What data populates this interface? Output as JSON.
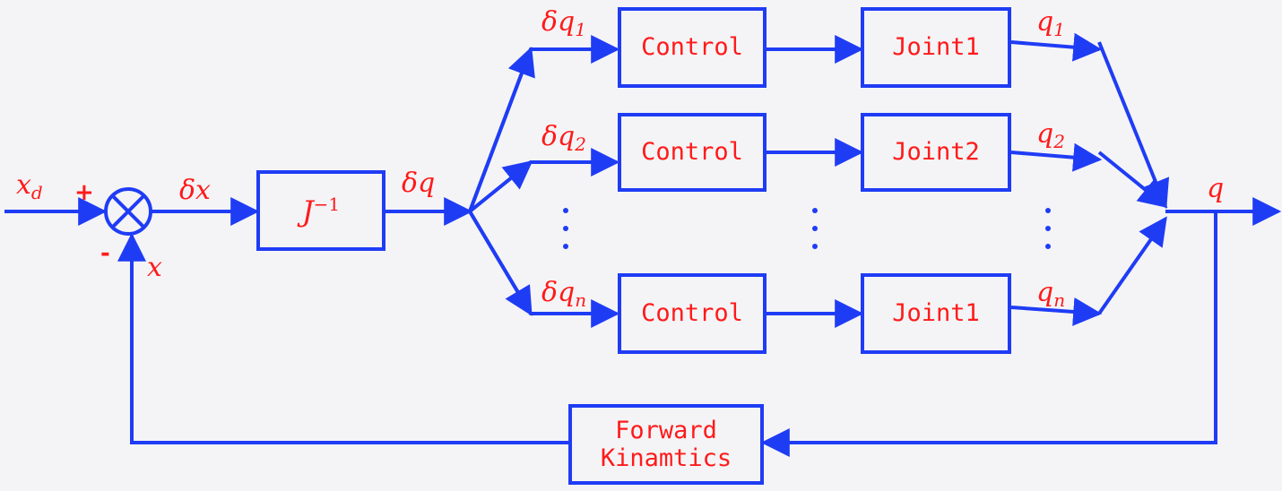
{
  "colors": {
    "line": "#1f3cf5",
    "text": "#ff1a1a",
    "background": "#f4f4f6"
  },
  "blocks": {
    "jinv": {
      "base": "J",
      "sup": "−1"
    },
    "control1": "Control",
    "control2": "Control",
    "controln": "Control",
    "joint1": "Joint1",
    "joint2": "Joint2",
    "jointn": "Joint1",
    "fk": {
      "line1": "Forward",
      "line2": "Kinamtics"
    }
  },
  "signals": {
    "xd": {
      "base": "x",
      "sub": "d"
    },
    "plus": "+",
    "minus": "-",
    "x": "x",
    "dx": "δx",
    "dq": "δq",
    "dq1": {
      "base": "δq",
      "sub": "1"
    },
    "dq2": {
      "base": "δq",
      "sub": "2"
    },
    "dqn": {
      "base": "δq",
      "sub": "n"
    },
    "q1": {
      "base": "q",
      "sub": "1"
    },
    "q2": {
      "base": "q",
      "sub": "2"
    },
    "qn": {
      "base": "q",
      "sub": "n"
    },
    "q": "q"
  }
}
